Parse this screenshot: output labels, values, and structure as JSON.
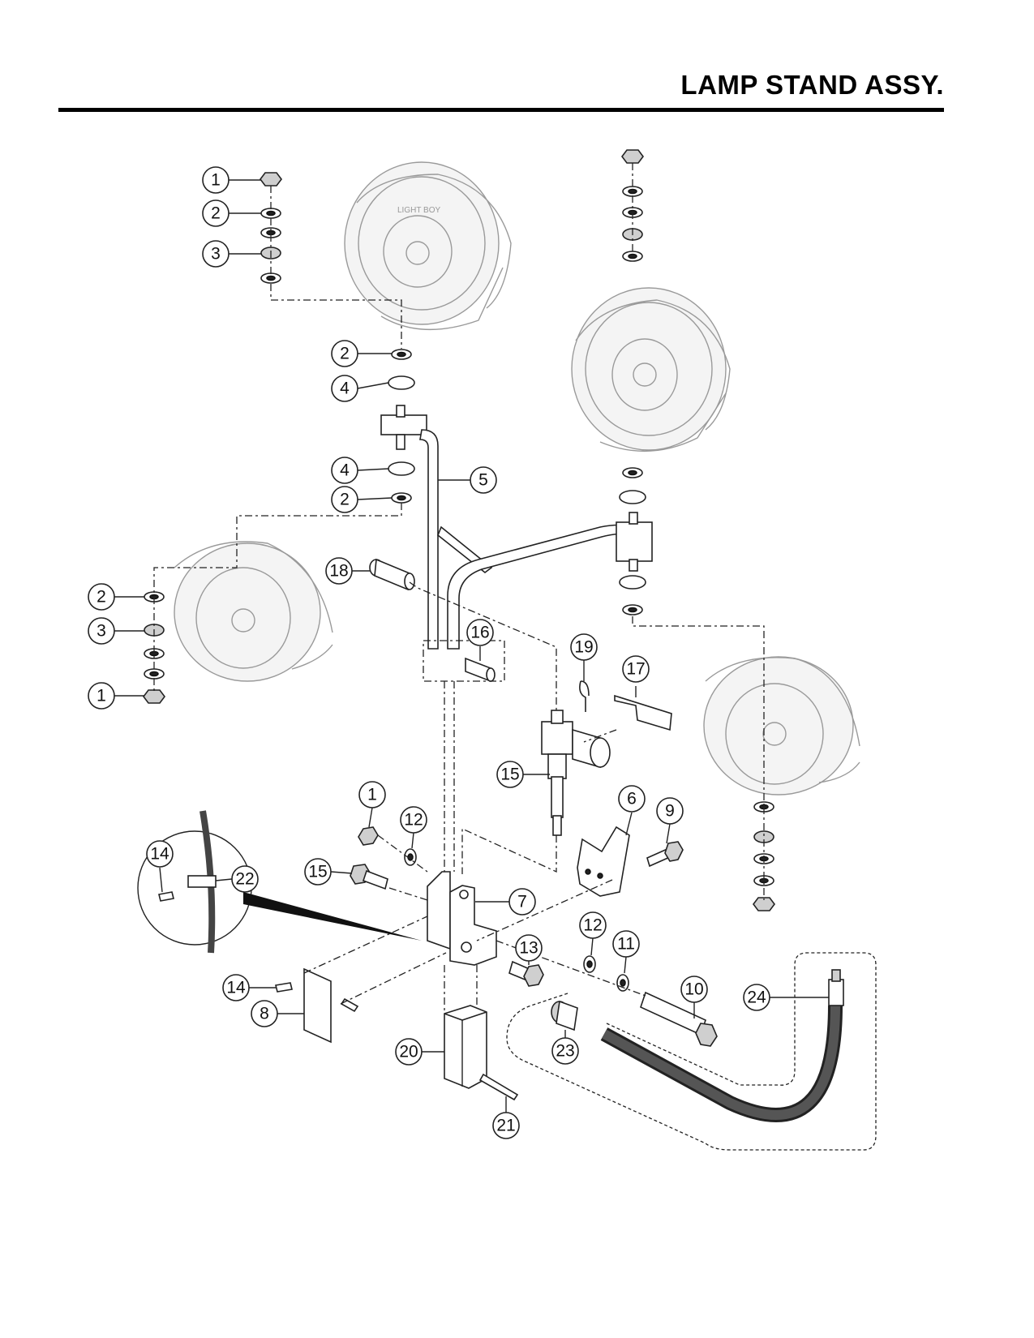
{
  "header": {
    "title": "LAMP STAND ASSY."
  },
  "callouts": [
    {
      "num": "1"
    },
    {
      "num": "2"
    },
    {
      "num": "3"
    },
    {
      "num": "2"
    },
    {
      "num": "4"
    },
    {
      "num": "4"
    },
    {
      "num": "5"
    },
    {
      "num": "2"
    },
    {
      "num": "18"
    },
    {
      "num": "2"
    },
    {
      "num": "3"
    },
    {
      "num": "1"
    },
    {
      "num": "16"
    },
    {
      "num": "19"
    },
    {
      "num": "17"
    },
    {
      "num": "15"
    },
    {
      "num": "1"
    },
    {
      "num": "12"
    },
    {
      "num": "6"
    },
    {
      "num": "9"
    },
    {
      "num": "14"
    },
    {
      "num": "22"
    },
    {
      "num": "15"
    },
    {
      "num": "7"
    },
    {
      "num": "12"
    },
    {
      "num": "11"
    },
    {
      "num": "13"
    },
    {
      "num": "14"
    },
    {
      "num": "10"
    },
    {
      "num": "24"
    },
    {
      "num": "8"
    },
    {
      "num": "23"
    },
    {
      "num": "20"
    },
    {
      "num": "21"
    }
  ],
  "lamp_badge": "LIGHT BOY"
}
